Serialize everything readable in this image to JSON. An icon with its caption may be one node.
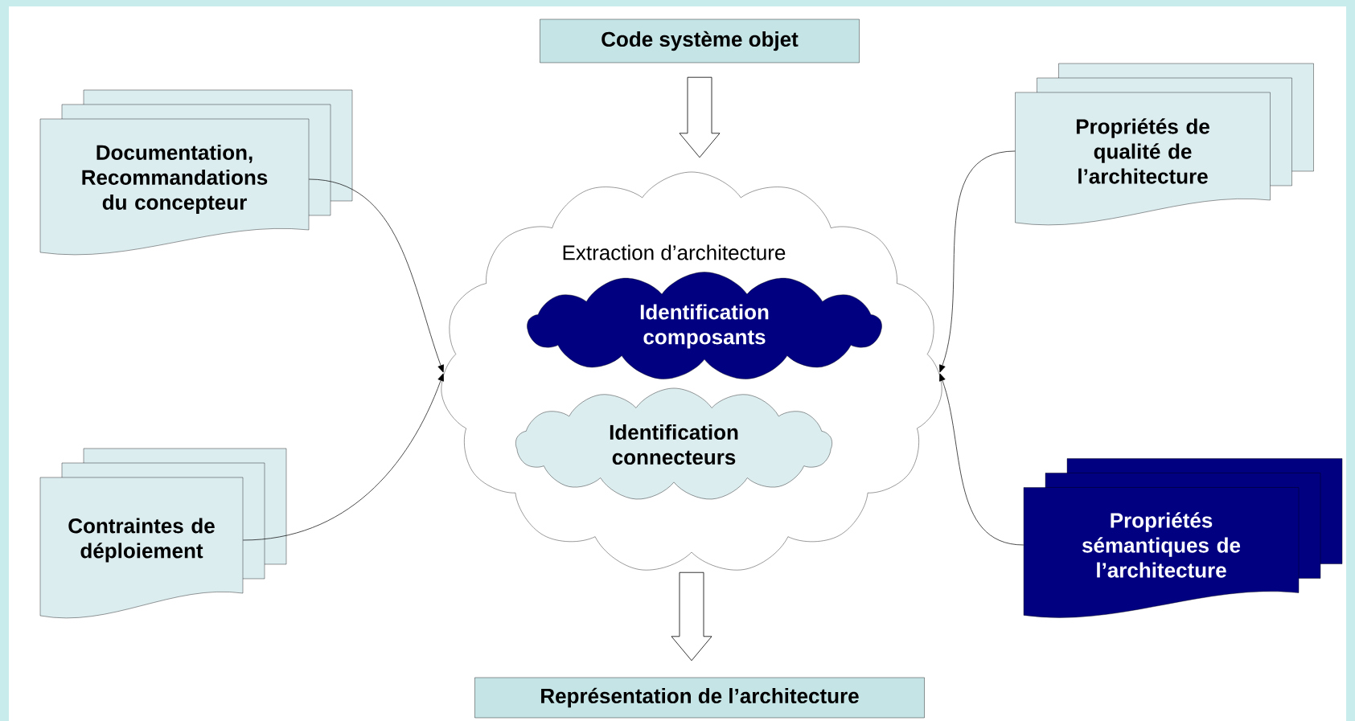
{
  "diagram": {
    "nodes": [
      {
        "text": [
          "Code système objet"
        ]
      },
      {
        "text": [
          "Documentation, Recommandations du concepteur"
        ]
      },
      {
        "text": [
          "Contraintes de déploiement"
        ]
      },
      {
        "text": [
          "Propriétés de qualité de l’architecture"
        ]
      },
      {
        "text": [
          "Propriétés sémantiques de l’architecture"
        ]
      },
      {
        "text": [
          "Extraction d’architecture"
        ]
      },
      {
        "text": [
          "Identification composants"
        ],
        "in": 5
      },
      {
        "text": [
          "Identification connecteurs"
        ],
        "in": 5
      },
      {
        "text": [
          "Représentation de l’architecture"
        ]
      }
    ],
    "edges": [
      {
        "from": 0,
        "to": 5,
        "arrow": "to",
        "style": "thick"
      },
      {
        "from": 5,
        "to": 8,
        "arrow": "to",
        "style": "thick"
      },
      {
        "from": 1,
        "to": 5,
        "arrow": "to"
      },
      {
        "from": 2,
        "to": 5,
        "arrow": "to"
      },
      {
        "from": 3,
        "to": 5,
        "arrow": "to"
      },
      {
        "from": 4,
        "to": 5,
        "arrow": "to"
      }
    ]
  }
}
